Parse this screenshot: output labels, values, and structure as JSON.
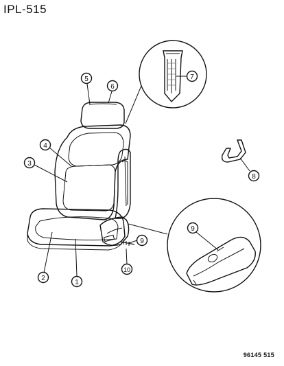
{
  "header": {
    "title": "IPL-515"
  },
  "footer": {
    "code": "96145 515"
  },
  "callouts": [
    "1",
    "2",
    "3",
    "4",
    "5",
    "6",
    "7",
    "8",
    "9",
    "9",
    "10"
  ]
}
